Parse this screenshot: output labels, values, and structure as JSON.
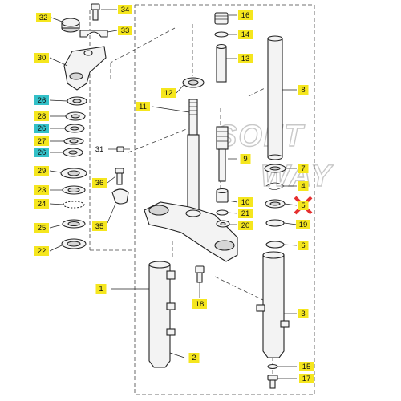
{
  "watermark": {
    "line1": "SOFT",
    "line2": "WAY"
  },
  "colors": {
    "label_yellow": "#f5e61e",
    "label_teal": "#33c0c8",
    "label_red_mark": "#e53030",
    "line": "#222222"
  },
  "callouts": [
    {
      "id": "34",
      "text": "34",
      "style": "yellow"
    },
    {
      "id": "32",
      "text": "32",
      "style": "yellow"
    },
    {
      "id": "33",
      "text": "33",
      "style": "yellow"
    },
    {
      "id": "30",
      "text": "30",
      "style": "yellow"
    },
    {
      "id": "26a",
      "text": "26",
      "style": "teal"
    },
    {
      "id": "28",
      "text": "28",
      "style": "yellow"
    },
    {
      "id": "26b",
      "text": "26",
      "style": "teal"
    },
    {
      "id": "27",
      "text": "27",
      "style": "yellow"
    },
    {
      "id": "26c",
      "text": "26",
      "style": "teal"
    },
    {
      "id": "29",
      "text": "29",
      "style": "yellow"
    },
    {
      "id": "23",
      "text": "23",
      "style": "yellow"
    },
    {
      "id": "24",
      "text": "24",
      "style": "yellow"
    },
    {
      "id": "25",
      "text": "25",
      "style": "yellow"
    },
    {
      "id": "22",
      "text": "22",
      "style": "yellow"
    },
    {
      "id": "31",
      "text": "31",
      "style": "none"
    },
    {
      "id": "36",
      "text": "36",
      "style": "yellow"
    },
    {
      "id": "35",
      "text": "35",
      "style": "yellow"
    },
    {
      "id": "12",
      "text": "12",
      "style": "yellow"
    },
    {
      "id": "11",
      "text": "11",
      "style": "yellow"
    },
    {
      "id": "16",
      "text": "16",
      "style": "yellow"
    },
    {
      "id": "14",
      "text": "14",
      "style": "yellow"
    },
    {
      "id": "13",
      "text": "13",
      "style": "yellow"
    },
    {
      "id": "9",
      "text": "9",
      "style": "yellow"
    },
    {
      "id": "10",
      "text": "10",
      "style": "yellow"
    },
    {
      "id": "21",
      "text": "21",
      "style": "yellow"
    },
    {
      "id": "20",
      "text": "20",
      "style": "yellow"
    },
    {
      "id": "8",
      "text": "8",
      "style": "yellow"
    },
    {
      "id": "7",
      "text": "7",
      "style": "yellow"
    },
    {
      "id": "4",
      "text": "4",
      "style": "yellow"
    },
    {
      "id": "5",
      "text": "5",
      "style": "yellow",
      "mark": "red-cross"
    },
    {
      "id": "19",
      "text": "19",
      "style": "yellow"
    },
    {
      "id": "6",
      "text": "6",
      "style": "yellow"
    },
    {
      "id": "1",
      "text": "1",
      "style": "yellow"
    },
    {
      "id": "18",
      "text": "18",
      "style": "yellow"
    },
    {
      "id": "3",
      "text": "3",
      "style": "yellow"
    },
    {
      "id": "2",
      "text": "2",
      "style": "yellow"
    },
    {
      "id": "15",
      "text": "15",
      "style": "yellow"
    },
    {
      "id": "17",
      "text": "17",
      "style": "yellow"
    }
  ]
}
